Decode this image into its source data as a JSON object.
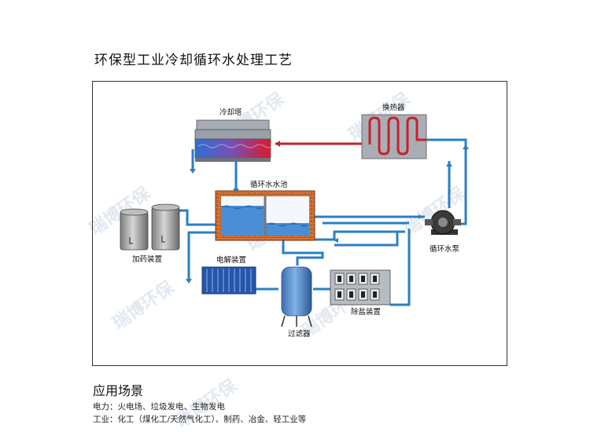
{
  "title": "环保型工业冷却循环水处理工艺",
  "labels": {
    "cooling_tower": "冷却塔",
    "heat_exchanger": "换热器",
    "circulating_pool": "循环水水池",
    "dosing_unit": "加药装置",
    "electrolysis_unit": "电解装置",
    "circulating_pump": "循环水泵",
    "filter": "过滤器",
    "desalination_unit": "除盐装置"
  },
  "watermark": "瑞博环保",
  "application": {
    "title": "应用场景",
    "line1": "电力：火电场、垃圾发电、生物发电",
    "line2": "工业：化工（煤化工/天然气化工）、制药、冶金、轻工业等"
  },
  "colors": {
    "pipe_blue": "#2a7fc4",
    "pipe_red": "#c8202a",
    "tank_brick": "#d9783a",
    "water": "#4a8fd6",
    "panel_gray": "#a9aeb5"
  }
}
